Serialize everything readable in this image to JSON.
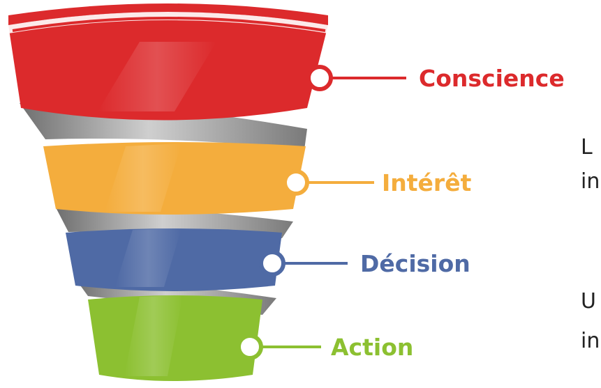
{
  "colors": {
    "red": "#dc2a2c",
    "orange": "#f4ad3d",
    "blue": "#4f6aa5",
    "green": "#8cc031",
    "gray": "#9d9d9d"
  },
  "funnel": {
    "stages": [
      {
        "label": "Conscience",
        "color": "#dc2a2c"
      },
      {
        "label": "Intérêt",
        "color": "#f4ad3d"
      },
      {
        "label": "Décision",
        "color": "#4f6aa5"
      },
      {
        "label": "Action",
        "color": "#8cc031"
      }
    ]
  },
  "side_text": [
    {
      "text": "L"
    },
    {
      "text": "in"
    },
    {
      "text": "U"
    },
    {
      "text": "in"
    }
  ]
}
